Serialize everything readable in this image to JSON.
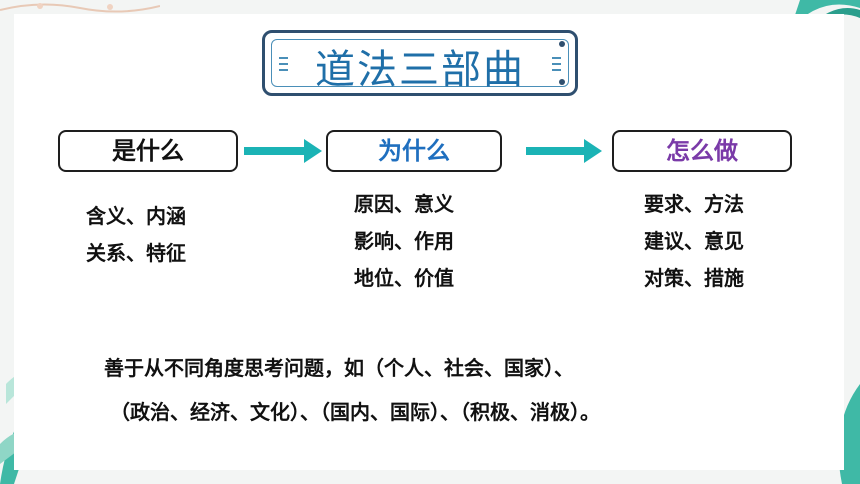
{
  "title": "道法三部曲",
  "steps": [
    {
      "label": "是什么",
      "color": "#111111",
      "items": [
        "含义、内涵",
        "关系、特征"
      ]
    },
    {
      "label": "为什么",
      "color": "#1f6fbf",
      "items": [
        "原因、意义",
        "影响、作用",
        "地位、价值"
      ]
    },
    {
      "label": "怎么做",
      "color": "#7a3aa8",
      "items": [
        "要求、方法",
        "建议、意见",
        "对策、措施"
      ]
    }
  ],
  "note": {
    "line1": "善于从不同角度思考问题，如（个人、社会、国家）、",
    "line2": "（政治、经济、文化）、（国内、国际）、（积极、消极）。"
  },
  "colors": {
    "accent": "#1bb3b5",
    "title": "#1f6fa8",
    "leaf": "#5bbf9a"
  }
}
